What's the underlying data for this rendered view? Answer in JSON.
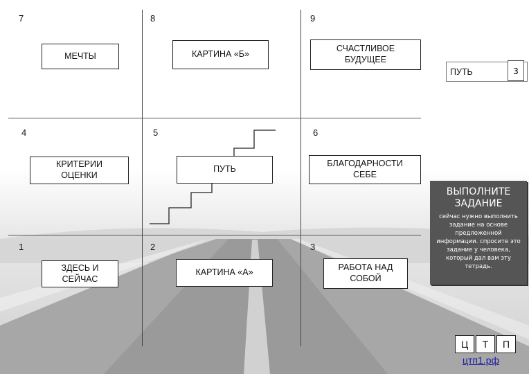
{
  "grid": {
    "numbers": [
      "7",
      "8",
      "9",
      "4",
      "5",
      "6",
      "1",
      "2",
      "3"
    ],
    "boxes": [
      "МЕЧТЫ",
      "КАРТИНА «Б»",
      "СЧАСТЛИВОЕ\nБУДУЩЕЕ",
      "КРИТЕРИИ\nОЦЕНКИ",
      "ПУТЬ",
      "БЛАГОДАРНОСТИ\nСЕБЕ",
      "ЗДЕСЬ И\nСЕЙЧАС",
      "КАРТИНА «А»",
      "РАБОТА НАД\nСОБОЙ"
    ]
  },
  "put_tab": {
    "label": "ПУТЬ",
    "number": "3"
  },
  "task_panel": {
    "title": "ВЫПОЛНИТЕ\nЗАДАНИЕ",
    "text": "сейчас нужно выполнить\nзадание на основе\nпредложенной\nинформации. спросите это\nзадание у человека,\nкоторый дал вам эту\nтетрадь."
  },
  "logo": {
    "letters": [
      "Ц",
      "Т",
      "П"
    ],
    "site": "цтп1.рф"
  }
}
